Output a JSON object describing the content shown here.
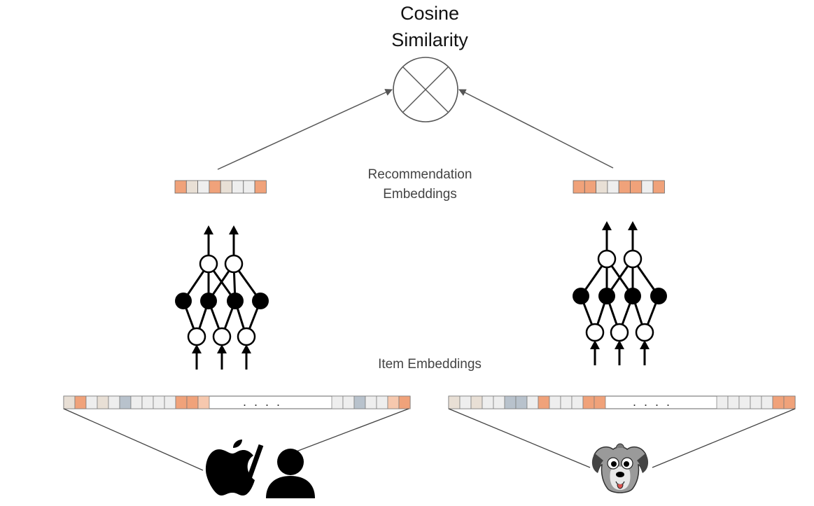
{
  "title_lines": [
    "Cosine",
    "Similarity"
  ],
  "recommendation_label_lines": [
    "Recommendation",
    "Embeddings"
  ],
  "item_label": "Item Embeddings",
  "ellipsis": ". . . .",
  "colors": {
    "orange": "#f0a27a",
    "light_orange": "#f6c8ae",
    "beige": "#e8dfd5",
    "light_gray": "#eeeeee",
    "blue_gray": "#b8c2cc",
    "line": "#555555",
    "node": "#000000"
  },
  "left_recommendation_embedding": [
    "orange",
    "beige",
    "light_gray",
    "orange",
    "beige",
    "light_gray",
    "light_gray",
    "orange"
  ],
  "right_recommendation_embedding": [
    "orange",
    "orange",
    "beige",
    "light_gray",
    "orange",
    "orange",
    "light_gray",
    "orange"
  ],
  "left_item_embedding": {
    "head": [
      "beige",
      "orange",
      "light_gray",
      "beige",
      "light_gray",
      "blue_gray",
      "light_gray",
      "light_gray",
      "light_gray",
      "light_gray",
      "orange",
      "orange",
      "light_orange"
    ],
    "tail": [
      "light_gray",
      "light_gray",
      "blue_gray",
      "light_gray",
      "light_gray",
      "light_orange",
      "orange"
    ]
  },
  "right_item_embedding": {
    "head": [
      "beige",
      "light_gray",
      "beige",
      "light_gray",
      "light_gray",
      "blue_gray",
      "blue_gray",
      "light_gray",
      "orange",
      "light_gray",
      "light_gray",
      "light_gray",
      "orange",
      "orange"
    ],
    "tail": [
      "light_gray",
      "light_gray",
      "light_gray",
      "light_gray",
      "light_gray",
      "orange",
      "orange"
    ]
  },
  "icons": {
    "left": [
      "apple-icon",
      "user-icon"
    ],
    "right": [
      "dog-icon"
    ]
  }
}
